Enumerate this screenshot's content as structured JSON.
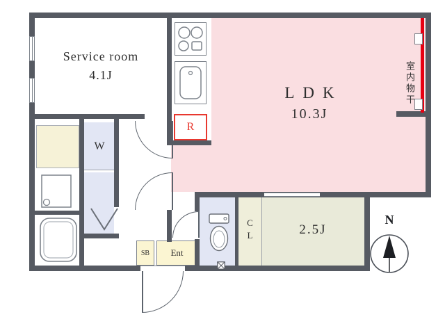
{
  "colors": {
    "wall": "#565a62",
    "pink": "#fadee1",
    "lavender": "#e2e6f4",
    "cream": "#f6f2d7",
    "yellow": "#fbf5d2",
    "beige": "#e9ead9",
    "beige2": "#efeeda",
    "red": "#e8382f",
    "windowred": "#e60012",
    "line": "#7d838b",
    "text": "#2f2f2f"
  },
  "rooms": {
    "service": {
      "line1": "Service room",
      "line2": "4.1J"
    },
    "ldk": {
      "line1": "LDK",
      "line2": "10.3J"
    },
    "west_room": {
      "label": "2.5J"
    },
    "closet_w": {
      "label": "W"
    },
    "refrigerator": {
      "label": "R"
    },
    "closet_cl": {
      "label": "CL"
    },
    "shoe_box": {
      "label": "SB"
    },
    "entrance": {
      "label": "Ent"
    },
    "indoor_laundry": {
      "label": "室内物干"
    }
  },
  "compass": {
    "north": "N"
  }
}
